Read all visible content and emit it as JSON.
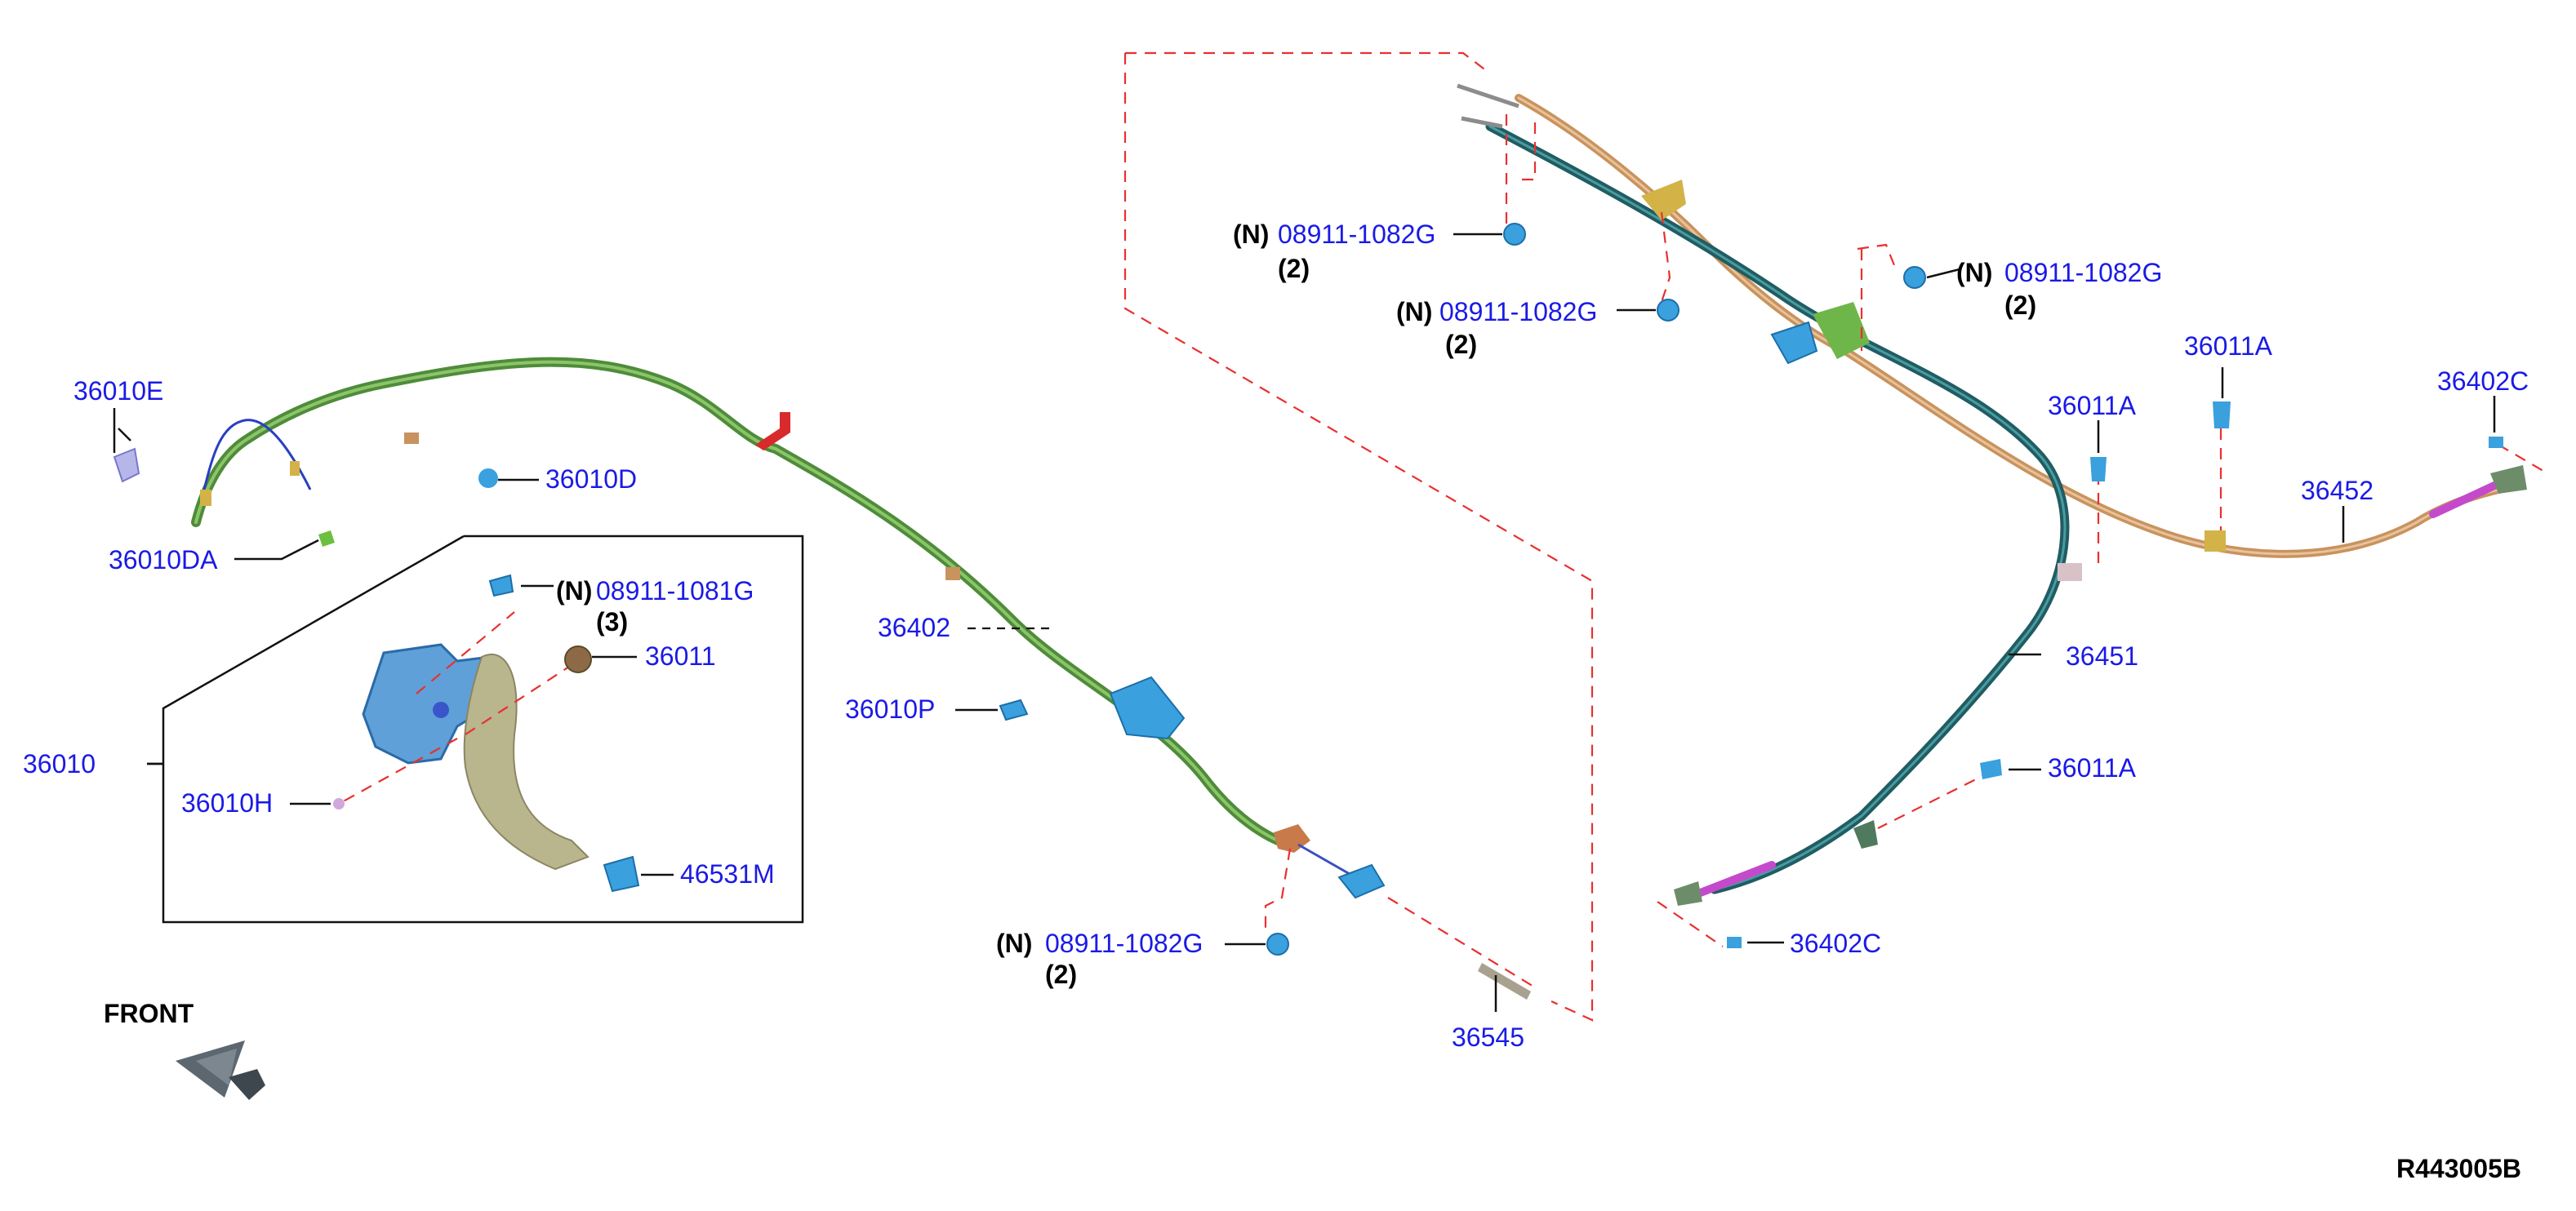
{
  "callouts": {
    "p36010E": "36010E",
    "p36010D": "36010D",
    "p36010DA": "36010DA",
    "p36010": "36010",
    "p36010H": "36010H",
    "p46531M": "46531M",
    "p36011": "36011",
    "p08911_1081G": "08911-1081G",
    "p08911_1081G_qty": "(3)",
    "p36402": "36402",
    "p36010P": "36010P",
    "p08911_1082G_bottom": "08911-1082G",
    "p36545": "36545",
    "p08911_1082G_top1": "08911-1082G",
    "p08911_1082G_top2": "08911-1082G",
    "p08911_1082G_right": "08911-1082G",
    "p36011A_a": "36011A",
    "p36011A_b": "36011A",
    "p36011A_c": "36011A",
    "p36402C_top": "36402C",
    "p36402C_bottom": "36402C",
    "p36452": "36452",
    "p36451": "36451"
  },
  "markers": {
    "n": "(N)",
    "qty2": "(2)"
  },
  "front_label": "FRONT",
  "diagram_code": "R443005B",
  "icons": {
    "front_arrow": "front-arrow-icon",
    "pedal_assembly": "parking-brake-pedal-assembly"
  }
}
